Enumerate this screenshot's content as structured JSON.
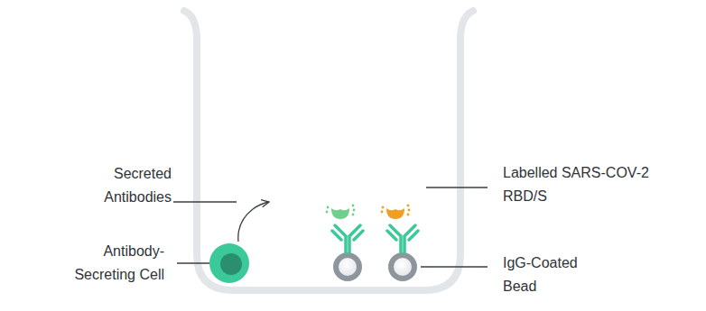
{
  "diagram": {
    "labels": [
      "Secreted Antibodies",
      "Antibody- Secreting Cell",
      "Labelled SARS-COV-2 RBD/S",
      "IgG-Coated Bead"
    ]
  }
}
